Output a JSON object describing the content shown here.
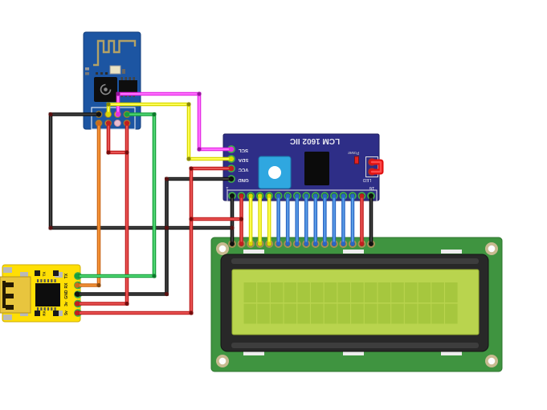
{
  "palette": {
    "esp_board": "#1c55a2",
    "lcm_board": "#2e2e87",
    "usb_board": "#ffdf05",
    "lcd_board": "#3f9440",
    "lcd_bezel": "#282828",
    "lcd_screen": "#b9d44e",
    "lcd_cell": "#a6c73e",
    "wire_black": "#111111",
    "wire_red": "#c11f1f",
    "wire_orange": "#cf6a1a",
    "wire_green": "#18a13d",
    "wire_yellow": "#d9d900",
    "wire_magenta": "#e52ee5",
    "wire_blue": "#2b66c4"
  },
  "lcm": {
    "title": "LCM 1602 IIC",
    "pin_labels": [
      "SCL",
      "SDA",
      "VCC",
      "GND"
    ],
    "power_label": "Power",
    "led_label": "LED",
    "pin1_label": "1",
    "pin16_label": "16"
  },
  "usb": {
    "pin_labels": [
      "TX",
      "RX",
      "GND",
      "3v",
      "5v"
    ],
    "silk_top": "TX",
    "silk_bottom": "RX"
  },
  "lcd": {
    "rows": 2,
    "cols": 16
  },
  "wires": [
    {
      "signal": "GND ESP8266 to ground rail",
      "color": "#111111",
      "core": "#3f3f3f"
    },
    {
      "signal": "GND LCM1602 to USB GND",
      "color": "#111111",
      "core": "#3f3f3f"
    },
    {
      "signal": "5V USB to LCM1602 VCC",
      "color": "#c11f1f",
      "core": "#e85252"
    },
    {
      "signal": "5V branch to LCD pin 2",
      "color": "#c11f1f",
      "core": "#e85252"
    },
    {
      "signal": "3.3V USB 3v to ESP8266",
      "color": "#c11f1f",
      "core": "#e85252"
    },
    {
      "signal": "3.3V tie ESP8266",
      "color": "#c11f1f",
      "core": "#e85252"
    },
    {
      "signal": "RX ESP8266 to USB RX",
      "color": "#cf6a1a",
      "core": "#f59335"
    },
    {
      "signal": "TX ESP8266 to USB TX",
      "color": "#18a13d",
      "core": "#4fd673"
    },
    {
      "signal": "SCL ESP8266 to LCM SCL",
      "color": "#e52ee5",
      "core": "#ff70ff"
    },
    {
      "signal": "SDA ESP8266 to LCM SDA",
      "color": "#d9d900",
      "core": "#ffff55"
    }
  ],
  "lcd_bus": {
    "pins": [
      {
        "pin": 1,
        "color": "#111111",
        "core": "#3f3f3f"
      },
      {
        "pin": 2,
        "color": "#c11f1f",
        "core": "#e85252"
      },
      {
        "pin": 3,
        "color": "#d9d900",
        "core": "#ffff55"
      },
      {
        "pin": 4,
        "color": "#d9d900",
        "core": "#ffff55"
      },
      {
        "pin": 5,
        "color": "#d9d900",
        "core": "#ffff55"
      },
      {
        "pin": 6,
        "color": "#2b66c4",
        "core": "#5b9fe8"
      },
      {
        "pin": 7,
        "color": "#2b66c4",
        "core": "#5b9fe8"
      },
      {
        "pin": 8,
        "color": "#2b66c4",
        "core": "#5b9fe8"
      },
      {
        "pin": 9,
        "color": "#2b66c4",
        "core": "#5b9fe8"
      },
      {
        "pin": 10,
        "color": "#2b66c4",
        "core": "#5b9fe8"
      },
      {
        "pin": 11,
        "color": "#2b66c4",
        "core": "#5b9fe8"
      },
      {
        "pin": 12,
        "color": "#2b66c4",
        "core": "#5b9fe8"
      },
      {
        "pin": 13,
        "color": "#2b66c4",
        "core": "#5b9fe8"
      },
      {
        "pin": 14,
        "color": "#2b66c4",
        "core": "#5b9fe8"
      },
      {
        "pin": 15,
        "color": "#c11f1f",
        "core": "#e85252"
      },
      {
        "pin": 16,
        "color": "#111111",
        "core": "#3f3f3f"
      }
    ]
  }
}
